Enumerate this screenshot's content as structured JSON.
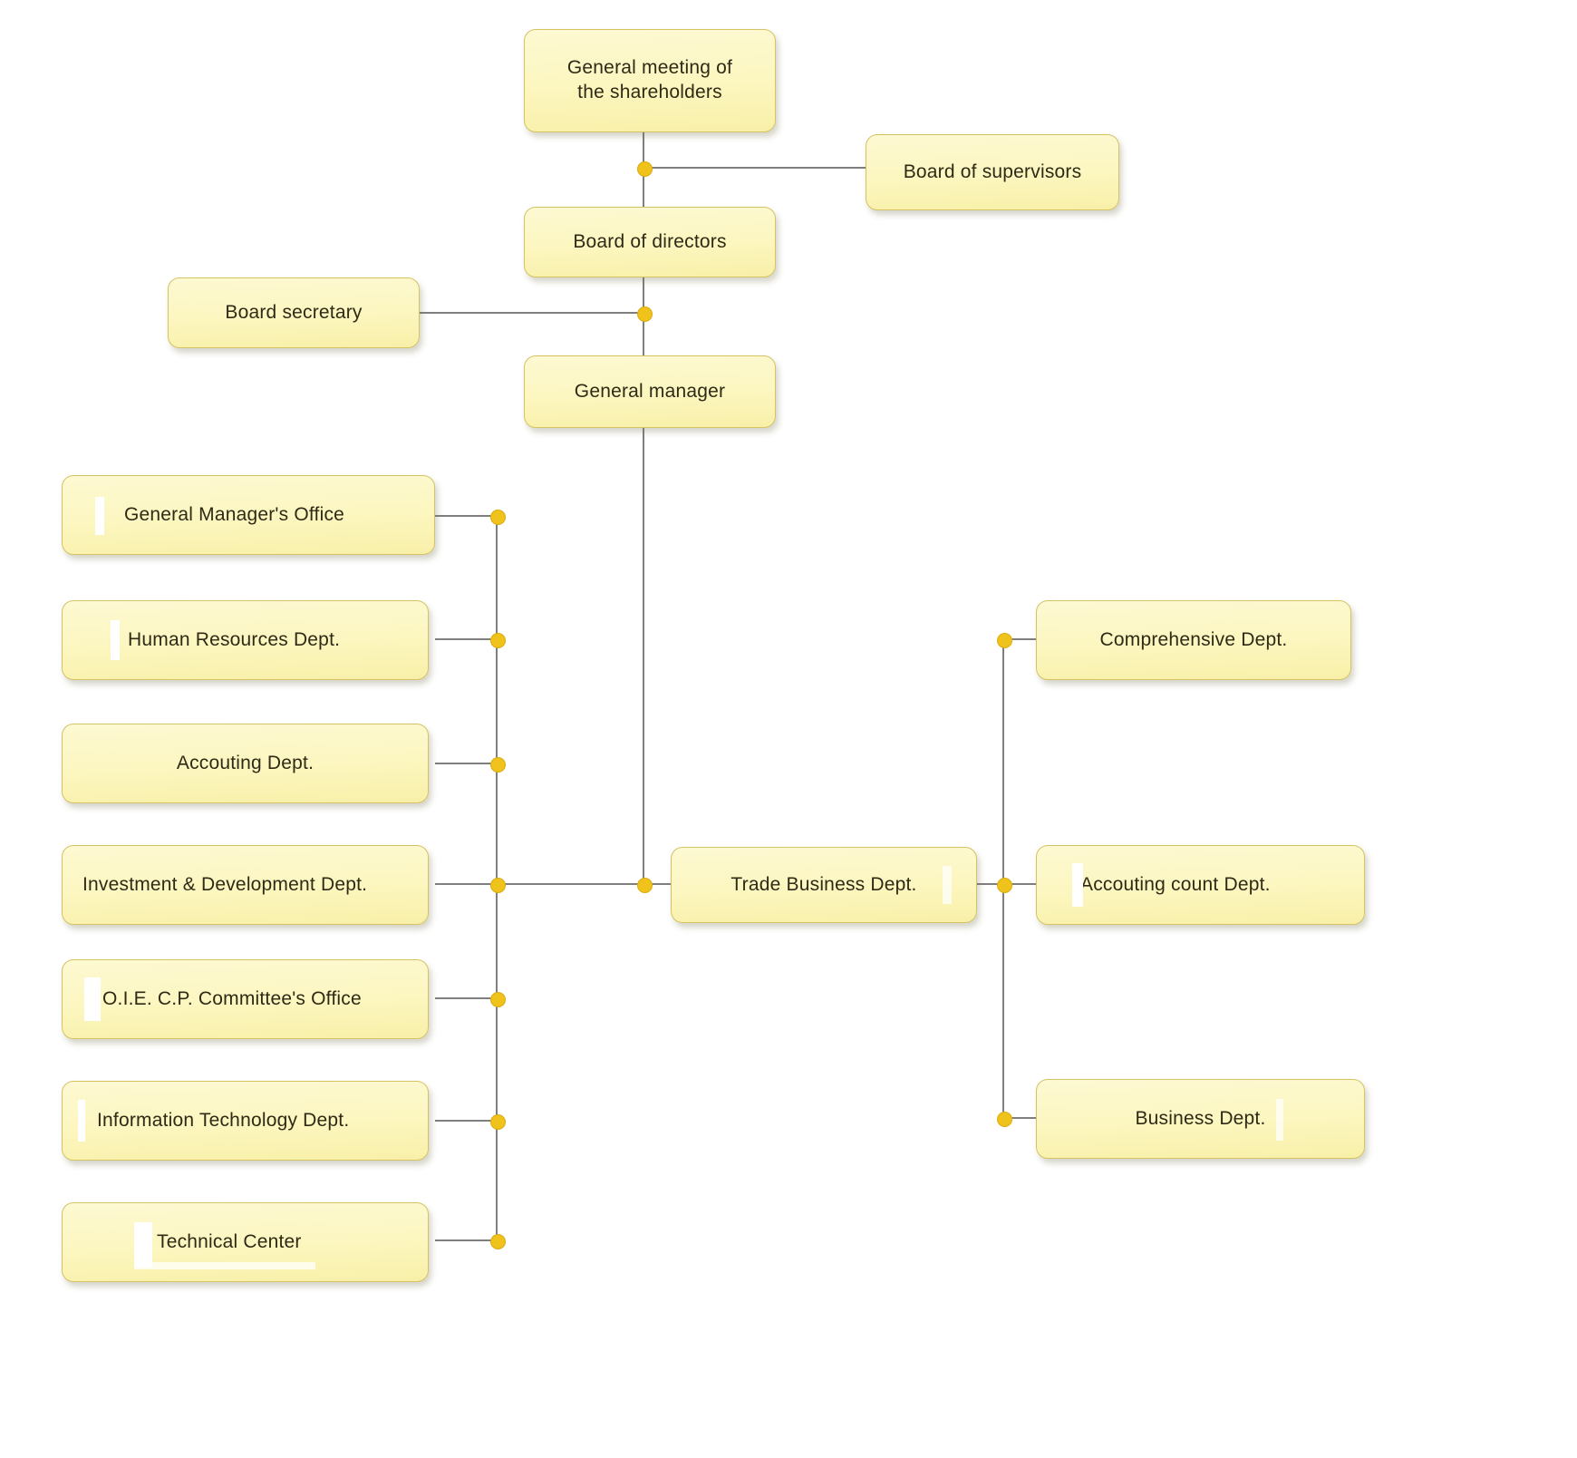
{
  "diagram": {
    "title": "Corporate organizational chart",
    "type": "org-chart",
    "colors": {
      "node_fill": "#fcf6bf",
      "node_border": "#d5c261",
      "connector_line": "#7f7f7f",
      "connector_dot": "#f0c21c",
      "text": "#2f2a15",
      "background": "#ffffff"
    },
    "nodes": {
      "shareholders_meeting": "General meeting of\nthe shareholders",
      "board_of_supervisors": "Board of supervisors",
      "board_of_directors": "Board of directors",
      "board_secretary": "Board secretary",
      "general_manager": "General manager",
      "trade_business_dept": "Trade  Business Dept.",
      "left_departments": [
        "General Manager's Office",
        "Human Resources Dept.",
        "Accouting Dept.",
        "Investment & Development Dept.",
        "O.I.E.  C.P. Committee's Office",
        "Information Technology Dept.",
        "Technical Center"
      ],
      "right_departments": [
        "Comprehensive Dept.",
        "Accouting count Dept.",
        "Business Dept."
      ]
    },
    "relationships": [
      {
        "from": "General meeting of the shareholders",
        "to": "Board of supervisors"
      },
      {
        "from": "General meeting of the shareholders",
        "to": "Board of directors"
      },
      {
        "from": "Board of directors",
        "to": "Board secretary"
      },
      {
        "from": "Board of directors",
        "to": "General manager"
      },
      {
        "from": "General manager",
        "to": "Trade  Business Dept."
      },
      {
        "from": "General manager",
        "to": "General Manager's Office"
      },
      {
        "from": "General manager",
        "to": "Human Resources Dept."
      },
      {
        "from": "General manager",
        "to": "Accouting Dept."
      },
      {
        "from": "General manager",
        "to": "Investment & Development Dept."
      },
      {
        "from": "General manager",
        "to": "O.I.E.  C.P. Committee's Office"
      },
      {
        "from": "General manager",
        "to": "Information Technology Dept."
      },
      {
        "from": "General manager",
        "to": "Technical Center"
      },
      {
        "from": "Trade  Business Dept.",
        "to": "Comprehensive Dept."
      },
      {
        "from": "Trade  Business Dept.",
        "to": "Accouting count Dept."
      },
      {
        "from": "Trade  Business Dept.",
        "to": "Business Dept."
      }
    ]
  }
}
